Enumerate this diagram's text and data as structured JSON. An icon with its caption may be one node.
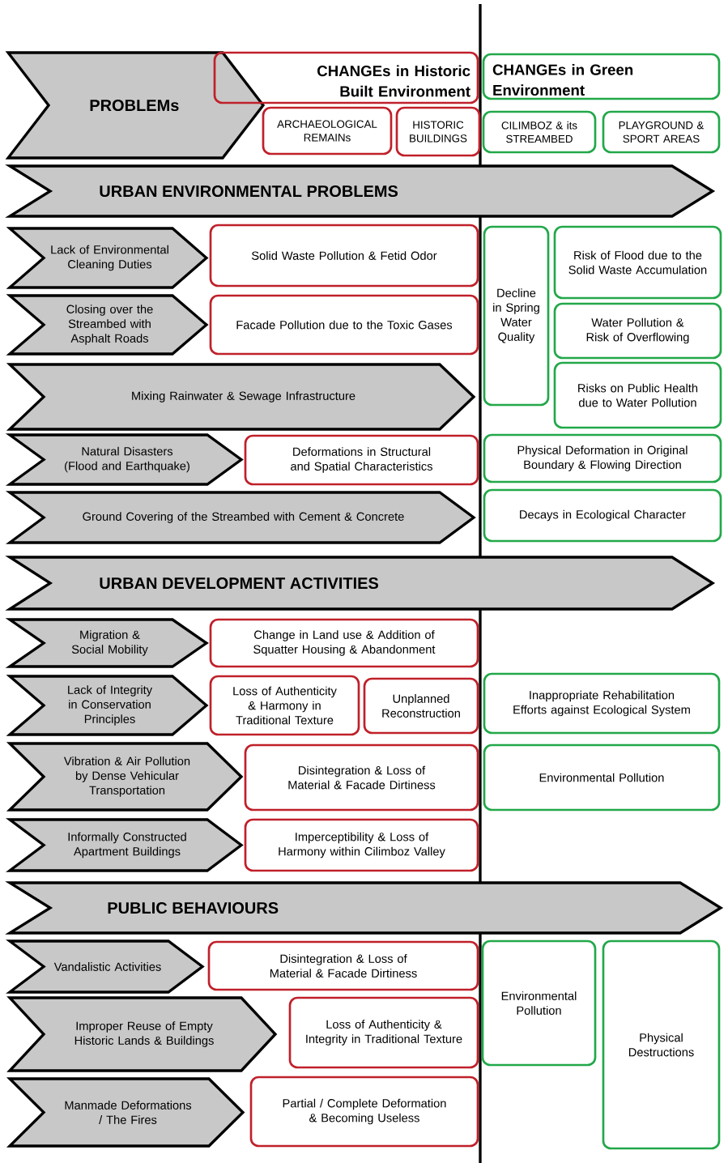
{
  "diagram": {
    "nodes": [
      {
        "text": [
          "PROBLEMs"
        ]
      },
      {
        "text": [
          "CHANGEs in Historic Built Environment"
        ]
      },
      {
        "text": [
          "ARCHAEOLOGICAL REMAINs"
        ]
      },
      {
        "text": [
          "HISTORIC BUILDINGS"
        ]
      },
      {
        "text": [
          "CHANGEs in Green Environment"
        ]
      },
      {
        "text": [
          "CILIMBOZ & its STREAMBED"
        ]
      },
      {
        "text": [
          "PLAYGROUND & SPORT AREAS"
        ]
      },
      {
        "text": [
          "URBAN ENVIRONMENTAL PROBLEMS"
        ]
      },
      {
        "text": [
          "Lack of Environmental Cleaning Duties"
        ]
      },
      {
        "text": [
          "Solid Waste Pollution & Fetid Odor"
        ]
      },
      {
        "text": [
          "Decline in Spring Water Quality"
        ]
      },
      {
        "text": [
          "Risk of Flood due to the Solid Waste Accumulation"
        ]
      },
      {
        "text": [
          "Closing over the Streambed with Asphalt Roads"
        ]
      },
      {
        "text": [
          "Facade Pollution due to the Toxic Gases"
        ]
      },
      {
        "text": [
          "Water Pollution & Risk of Overflowing"
        ]
      },
      {
        "text": [
          "Mixing Rainwater & Sewage Infrastructure"
        ]
      },
      {
        "text": [
          "Risks on Public Health due to Water Pollution"
        ]
      },
      {
        "text": [
          "Natural Disasters (Flood and Earthquake)"
        ]
      },
      {
        "text": [
          "Deformations in Structural and Spatial Characteristics"
        ]
      },
      {
        "text": [
          "Physical Deformation in Original Boundary & Flowing Direction"
        ]
      },
      {
        "text": [
          "Ground Covering of the Streambed with Cement & Concrete"
        ]
      },
      {
        "text": [
          "Decays in Ecological Character"
        ]
      },
      {
        "text": [
          "URBAN DEVELOPMENT ACTIVITIES"
        ]
      },
      {
        "text": [
          "Migration & Social Mobility"
        ]
      },
      {
        "text": [
          "Change in Land use & Addition of Squatter Housing & Abandonment"
        ]
      },
      {
        "text": [
          "Lack of Integrity in Conservation Principles"
        ]
      },
      {
        "text": [
          "Loss of Authenticity & Harmony in Traditional Texture"
        ]
      },
      {
        "text": [
          "Unplanned Reconstruction"
        ]
      },
      {
        "text": [
          "Inappropriate Rehabilitation Efforts against Ecological System"
        ]
      },
      {
        "text": [
          "Vibration & Air Pollution by Dense Vehicular Transportation"
        ]
      },
      {
        "text": [
          "Disintegration & Loss of Material & Facade Dirtiness"
        ]
      },
      {
        "text": [
          "Environmental Pollution"
        ]
      },
      {
        "text": [
          "Informally Constructed Apartment Buildings"
        ]
      },
      {
        "text": [
          "Imperceptibility & Loss of Harmony within Cilimboz Valley"
        ]
      },
      {
        "text": [
          "PUBLIC BEHAVIOURS"
        ]
      },
      {
        "text": [
          "Vandalistic Activities"
        ]
      },
      {
        "text": [
          "Disintegration & Loss of Material & Facade Dirtiness"
        ]
      },
      {
        "text": [
          "Environmental Pollution"
        ]
      },
      {
        "text": [
          "Physical Destructions"
        ]
      },
      {
        "text": [
          "Improper Reuse of Empty Historic Lands & Buildings"
        ]
      },
      {
        "text": [
          "Loss of Authenticity & Integrity in Traditional Texture"
        ]
      },
      {
        "text": [
          "Manmade Deformations / The Fires"
        ]
      },
      {
        "text": [
          "Partial / Complete Deformation & Becoming Useless"
        ]
      }
    ]
  }
}
